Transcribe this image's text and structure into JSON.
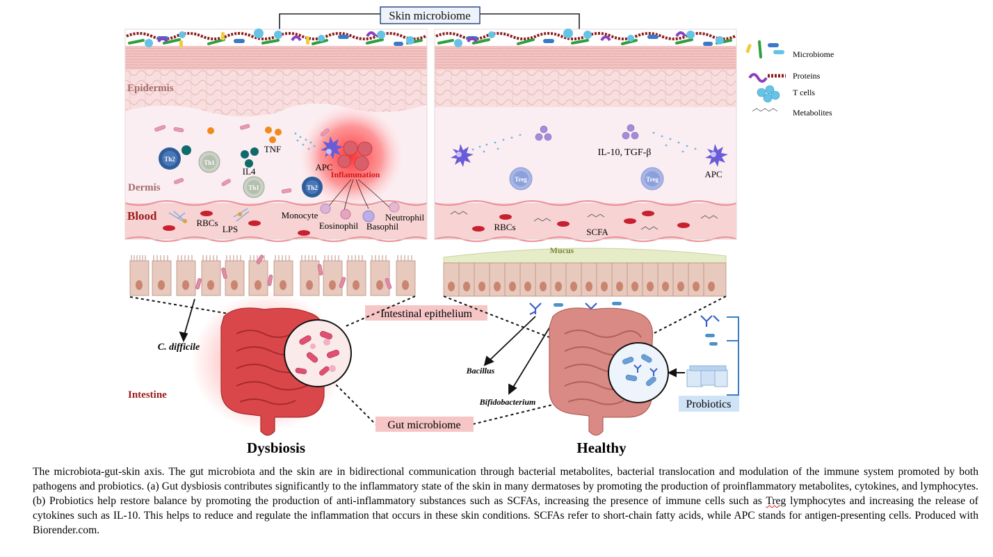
{
  "labels": {
    "skin_microbiome": "Skin microbiome",
    "epidermis": "Epidermis",
    "dermis": "Dermis",
    "blood": "Blood",
    "intestine": "Intestine",
    "th2": "Th2",
    "th1": "Th1",
    "il4": "IL4",
    "tnf": "TNF",
    "apc": "APC",
    "inflammation": "Inflammation",
    "rbcs": "RBCs",
    "lps": "LPS",
    "monocyte": "Monocyte",
    "eosinophil": "Eosinophil",
    "basophil": "Basophil",
    "neutrophil": "Neutrophil",
    "il10_tgfb": "IL-10, TGF-β",
    "treg": "Treg",
    "scfa": "SCFA",
    "mucus": "Mucus",
    "intestinal_epithelium": "Intestinal epithelium",
    "c_difficile": "C. difficile",
    "bacillus": "Bacillus",
    "bifidobacterium": "Bifidobacterium",
    "gut_microbiome": "Gut microbiome",
    "probiotics": "Probiotics",
    "dysbiosis": "Dysbiosis",
    "healthy": "Healthy"
  },
  "legend": {
    "microbiome": "Microbiome",
    "proteins": "Proteins",
    "t_cells": "T cells",
    "metabolites": "Metabolites"
  },
  "caption": {
    "part1": "The microbiota-gut-skin axis. The gut microbiota and the skin are in bidirectional communication through bacterial metabolites, bacterial translocation and modulation of the immune system promoted by both pathogens and probiotics. (a) Gut dysbiosis contributes significantly to the inflammatory state of the skin in many dermatoses by promoting the production of proinflammatory metabolites, cytokines, and lymphocytes. (b) Probiotics help restore balance by promoting the production of anti-inflammatory substances such as SCFAs, increasing the presence of immune cells such as ",
    "treg_word": "Treg",
    "part2": " lymphocytes and increasing the release of cytokines such as IL-10. This helps to reduce and regulate the inflammation that occurs in these skin conditions. SCFAs refer to short-chain fatty acids, while APC stands for antigen-presenting cells. Produced with Biorender.com."
  },
  "colors": {
    "skin_pink": "#f6d3d3",
    "dermis_bg": "#fbeff3",
    "blood_vessel": "#f6cfcf",
    "rbc": "#c8202f",
    "th2": "#2f5d9b",
    "th1": "#c9d2c4",
    "treg": "#a7b6e4",
    "inflammation": "#f03a3a",
    "probiotics_box": "#cfe3f6",
    "label_box_pink": "#f6c6c6",
    "intestine_red": "#d9474a",
    "intestine_healthy": "#d98a84"
  }
}
